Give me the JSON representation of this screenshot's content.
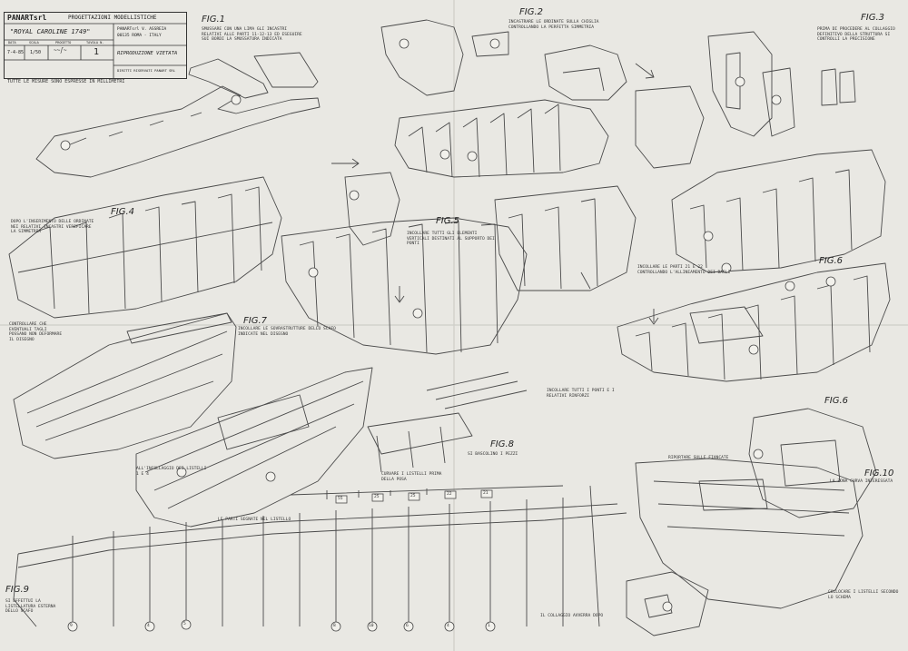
{
  "title_block": {
    "company": "PANARTsrl",
    "header": "PROGETTAZIONI MODELLISTICHE",
    "model": "\"ROYAL CAROLINE 1749\"",
    "address_1": "PANARTsrl  V. ASSREIA",
    "address_2": "00135 ROMA - ITALY",
    "col_data": "DATA",
    "col_scala": "SCALA",
    "col_progetto": "PROGETTO",
    "col_tavola": "TAVOLA N.",
    "date": "7-4-85",
    "scale": "1/50",
    "sheet_no": "1",
    "repro": "RIPRODUZIONE VIETATA",
    "rights": "DIRITTI RISERVATI PANART SRL"
  },
  "note_units": "TUTTE LE MISURE SONO ESPRESSE IN MILLIMETRI",
  "figures": {
    "fig1": "FIG.1",
    "fig2": "FIG.2",
    "fig3": "FIG.3",
    "fig4": "FIG.4",
    "fig5": "FIG.5",
    "fig6": "FIG.6",
    "fig7": "FIG.7",
    "fig8": "FIG.8",
    "fig9": "FIG.9",
    "fig10": "FIG.10",
    "fig66": "FIG.6"
  },
  "notes": {
    "n1": "SMUSSARE CON UNA LIMA GLI INCASTRI RELATIVI ALLE PARTI 11-12-13 ED ESEGUIRE SUI BORDI LA SMUSSATURA INDICATA",
    "n2": "INCASTRARE LE ORDINATE SULLA CHIGLIA CONTROLLANDO LA PERFETTA SIMMETRIA",
    "n3": "PRIMA DI PROCEDERE AL COLLAGGIO DEFINITIVO DELLA STRUTTURA SI CONTROLLI LA PRECISIONE",
    "n4": "DOPO L'INSERIMENTO DELLE ORDINATE NEI RELATIVI INCASTRI VERIFICARE LA SIMMETRIA",
    "n5": "INCOLLARE TUTTI GLI ELEMENTI VERTICALI DESTINATI AL SUPPORTO DEI PONTI",
    "n6": "CONTROLLARE CHE EVENTUALI TAGLI POSSANO NON DEFORMARE IL DISEGNO",
    "n7": "INCOLLARE LE SOVRASTRUTTURE DELLO SCAFO INDICATE NEL DISEGNO",
    "n8": "INCOLLARE LE PARTI 21 E 22 CONTROLLANDO L'ALLINEAMENTO DEI BAGLI",
    "n9": "ALL'INCOLLAGGIO DEI LISTELLI 1 E 4",
    "n10": "INCOLLARE TUTTI I PONTI E I RELATIVI RINFORZI",
    "n11": "LE PARTI SEGNATE NEL LISTELLO",
    "n12": "SI BASCOLINO I PEZZI",
    "n13": "SI EFFETTUI LA LISTELLATURA ESTERNA DELLO SCAFO",
    "n14": "RIPORTARE SULLE FIANCATE",
    "n15": "LA ZONA CURVA INTERESSATA",
    "n16": "COLLOCARE I LISTELLI SECONDO LO SCHEMA",
    "n17": "IL COLLAGGIO AVVERRA DOPO",
    "n18": "CURVARE I LISTELLI PRIMA DELLA POSA"
  },
  "fig9_labels": [
    "55",
    "25",
    "25",
    "22",
    "21",
    "9",
    "4",
    "5",
    "8",
    "10",
    "6",
    "4",
    "1"
  ]
}
